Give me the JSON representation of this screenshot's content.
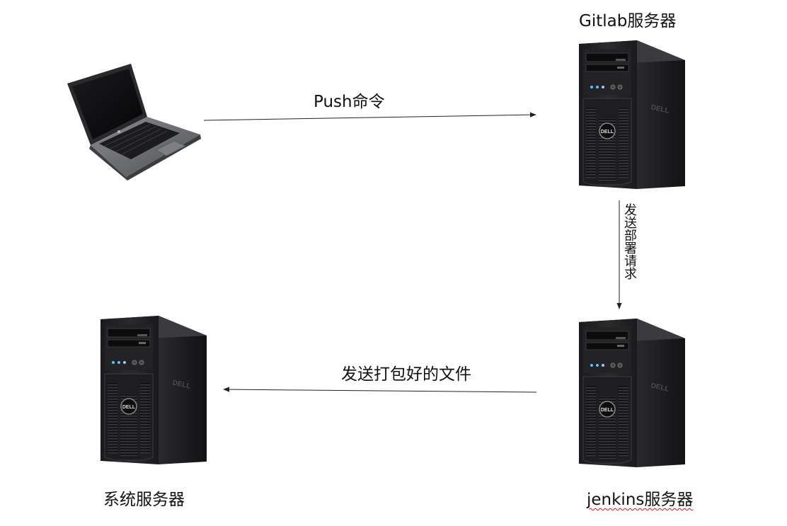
{
  "nodes": {
    "laptop": {
      "icon": "laptop-icon"
    },
    "gitlab": {
      "label": "Gitlab服务器",
      "icon": "server-tower-icon",
      "brand": "DELL"
    },
    "jenkins": {
      "label": "jenkins服务器",
      "icon": "server-tower-icon",
      "brand": "DELL"
    },
    "system": {
      "label": "系统服务器",
      "icon": "server-tower-icon",
      "brand": "DELL"
    }
  },
  "edges": {
    "push": {
      "label": "Push命令"
    },
    "deploy_request": {
      "label": "发送部署请求"
    },
    "send_package": {
      "label": "发送打包好的文件"
    }
  },
  "colors": {
    "line": "#222222",
    "server_body": "#1c1c1e",
    "laptop_body": "#6d6f73",
    "screen": "#0d0d0f",
    "spellcheck": "#dd1111"
  }
}
